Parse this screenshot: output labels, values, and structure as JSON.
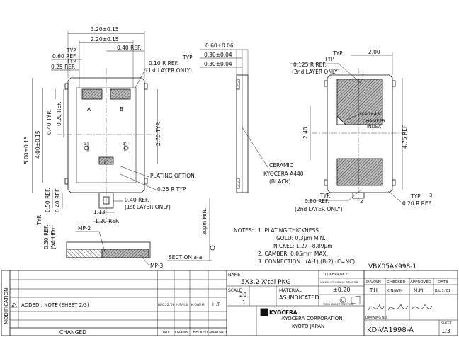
{
  "views": {
    "top": {
      "dims": {
        "overall_w": "3.20±0.15",
        "inner_w": "2.20±0.15",
        "ref_040_top": "0.40 REF.",
        "typ1": "TYP.",
        "ref_060": "0.60 REF.",
        "typ2": "TYP.",
        "ref_025": "0.25 REF.",
        "typ3": "TYP.",
        "ref_010": "0.10 R REF.",
        "first_layer": "(1st LAYER ONLY)",
        "overall_h": "5.00±0.15",
        "inner_h": "4.00±0.15",
        "typ_040": "0.40 TYP.",
        "ref_020": "0.20 REF.",
        "ref_270": "2.70 TYP.",
        "plating_option": "PLATING OPTION",
        "ref_025r": "0.25 R TYP.",
        "ref_040b": "0.40 REF.",
        "first_layer_b": "(1st LAYER ONLY)",
        "ref_050": "0.50 REF.",
        "ref_040l": "0.40 REF.",
        "ref_113": "1.13",
        "ref_120": "1.20 REF.",
        "typ_l": "TYP.",
        "ref_030": "0.30 REF.",
        "va_lid": "(VA LID)"
      },
      "pads": {
        "a": "A",
        "b": "B",
        "c": "C"
      }
    },
    "side": {
      "dims": {
        "d1": "0.60±0.06",
        "d2": "0.30±0.04",
        "d3": "0.30±0.04",
        "ceramic": "CERAMIC",
        "kyocera": "KYOCERA A440",
        "black": "(BLACK)"
      }
    },
    "bottom": {
      "dims": {
        "typ": "TYP.",
        "d200": "2.00",
        "typ2": "TYP.",
        "r0125": "0.125 R REF.",
        "second_layer": "(2nd LAYER ONLY)",
        "chamfer": "0.40×45°",
        "chamfer_label": "CHAMFER",
        "index": "INDEX",
        "d240": "2.40",
        "d475": "4.75 REF.",
        "typ3": "TYP.",
        "r080": "0.80 REF.",
        "second_layer_b": "(2nd LAYER ONLY)",
        "typ4": "TYP.",
        "r020": "0.20 R REF.",
        "pin1": "1",
        "pin2": "2",
        "pin3": "3"
      }
    },
    "detail": {
      "mp2": "MP-2",
      "mp3": "MP-3",
      "section": "SECTION a-a'",
      "min30": "30μm MIN."
    }
  },
  "notes": {
    "title": "NOTES:",
    "lines": [
      "1. PLATING THICKNESS",
      "GOLD:  0.3μm  MIN.",
      "NICKEL:  1.27~8.89μm",
      "2. CAMBER:  0.05mm  MAX.",
      "3. CONNECTION : (A-1),(B-2),(C=NC)"
    ]
  },
  "title_block": {
    "doc_number_top": "VBX05AK998-1",
    "name_label": "NAME",
    "name_value": "5X3.2 X'tal PKG",
    "scale_label": "SCALE",
    "scale_num": "20",
    "scale_den": "1",
    "material_label": "MATERIAL",
    "material_value": "AS INDICATED",
    "tolerance_label": "TOLERANCE",
    "tolerance_sub": "UNLESS OTHERWISE SPECIFIED",
    "tolerance_value": "±0.20",
    "third_angle": "THIRD ANGLE PROJECTION",
    "drawn_label": "DRAWN",
    "checked_label": "CHECKED",
    "approved_label": "APPROVED",
    "date_label": "DATE",
    "drawn_by": "T.H",
    "checked_by": "K.N/W.M",
    "approved_by": "M.M",
    "date_value": "JUL.3.'01",
    "company": "KYOCERA CORPORATION",
    "city": "KYOTO JAPAN",
    "logo_text": "KYOCERA",
    "drawing_no_label": "DRAWING NO.",
    "drawing_no": "KD-VA1998-A",
    "sheet_label": "SHEET",
    "sheet_value": "1/3",
    "modification": "MODIFICATION",
    "change_row": "ADDED : NOTE (SHEET 2/3)",
    "change_date": "DEC.22.'06",
    "change_drawn": "M.F/H.S",
    "change_checked": "K.O/W.M",
    "change_approved": "H.T",
    "changed_label": "CHANGED",
    "col_date": "DATE",
    "col_drawn": "DRAWN",
    "col_checked": "CHECKED",
    "col_approved": "APPROVED",
    "rev_mark": "A"
  },
  "colors": {
    "ink": "#111111",
    "hatch": "#555555",
    "paper": "#ffffff"
  }
}
